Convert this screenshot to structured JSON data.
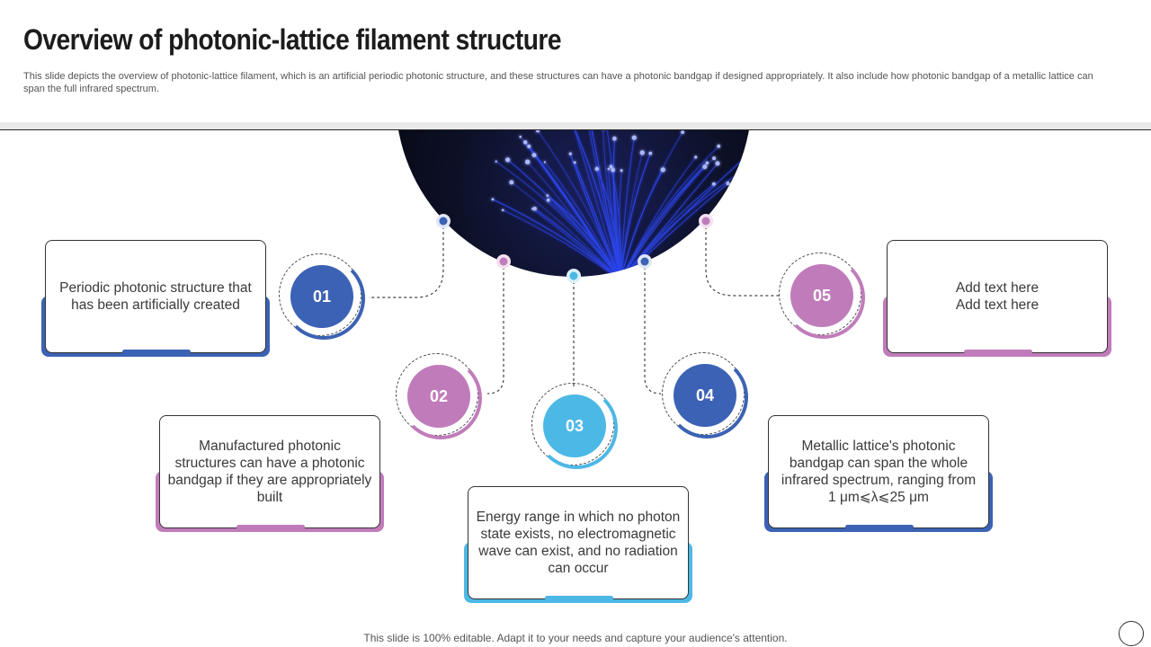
{
  "title": "Overview of photonic-lattice filament structure",
  "subtitle": "This slide depicts the overview of photonic-lattice filament, which is an artificial periodic photonic structure, and these structures can have a photonic bandgap if designed appropriately. It also include how photonic bandgap of a metallic lattice can span the full infrared spectrum.",
  "colors": {
    "blue": "#3b62b4",
    "pink": "#c07cba",
    "cyan": "#4cb8e6"
  },
  "steps": [
    {
      "number": "01",
      "text": "Periodic photonic structure that has been artificially created",
      "color": "#3b62b4"
    },
    {
      "number": "02",
      "text": "Manufactured photonic structures can have a photonic bandgap if they are appropriately built",
      "color": "#c07cba"
    },
    {
      "number": "03",
      "text": "Energy range in which no photon state exists, no electromagnetic wave can exist, and no radiation can occur",
      "color": "#4cb8e6"
    },
    {
      "number": "04",
      "text": "Metallic lattice's photonic bandgap can span the whole infrared spectrum, ranging from 1 μm⩽λ⩽25 μm",
      "color": "#3b62b4"
    },
    {
      "number": "05",
      "text": "Add text here\nAdd text here",
      "color": "#c07cba"
    }
  ],
  "footer": "This slide is 100% editable. Adapt it to your needs and capture your audience's attention.",
  "hero_image": "fiber-optic-strands-image"
}
